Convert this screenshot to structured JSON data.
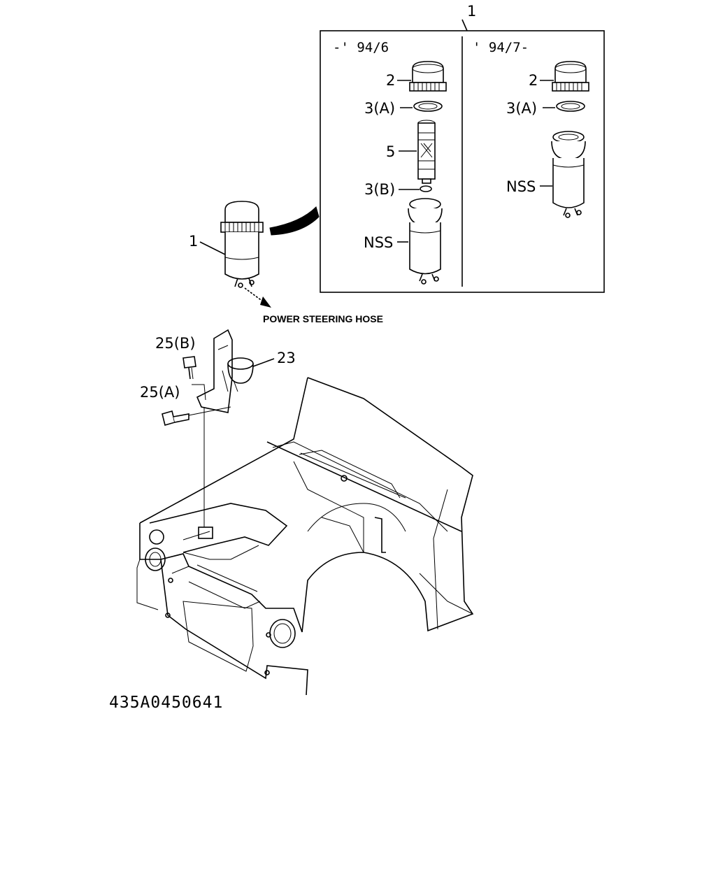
{
  "diagram_code": "435A0450641",
  "note": "POWER STEERING HOSE",
  "inset": {
    "callout": "1",
    "left_header": "-' 94/6",
    "right_header": "' 94/7-",
    "left_labels": [
      "2",
      "3(A)",
      "5",
      "3(B)",
      "NSS"
    ],
    "right_labels": [
      "2",
      "3(A)",
      "NSS"
    ]
  },
  "main_labels": {
    "reservoir": "1",
    "bolt_b": "25(B)",
    "bolt_a": "25(A)",
    "bracket": "23"
  }
}
